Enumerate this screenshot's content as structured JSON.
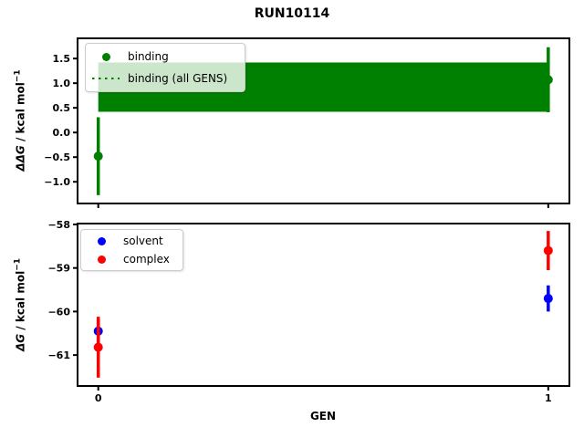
{
  "figure": {
    "title": "RUN10114",
    "xlabel": "GEN",
    "background": "#ffffff"
  },
  "labels": {
    "top_ylabel_math": "ΔΔG",
    "top_ylabel_rest": " / kcal mol",
    "top_ylabel_sup": "−1",
    "bottom_ylabel_math": "ΔG",
    "bottom_ylabel_rest": " / kcal mol",
    "bottom_ylabel_sup": "−1"
  },
  "colors": {
    "binding": "#008000",
    "solvent": "#0000ff",
    "complex": "#ff0000",
    "axes": "#000000",
    "legend_border": "#cccccc"
  },
  "legends": {
    "top": [
      {
        "label": "binding",
        "marker": "dot",
        "color": "#008000"
      },
      {
        "label": "binding (all GENS)",
        "marker": "dotted-line",
        "color": "#008000"
      }
    ],
    "bottom": [
      {
        "label": "solvent",
        "marker": "dot",
        "color": "#0000ff"
      },
      {
        "label": "complex",
        "marker": "dot",
        "color": "#ff0000"
      }
    ]
  },
  "chart_data": [
    {
      "type": "scatter",
      "title": "RUN10114",
      "ylabel": "ΔΔG / kcal mol⁻¹",
      "xlabel": "",
      "xlim": [
        -0.046,
        1.047
      ],
      "ylim": [
        -1.44,
        1.91
      ],
      "xticks": [
        0,
        1
      ],
      "xtick_labels": [],
      "yticks": [
        1.5,
        1.0,
        0.5,
        0.0,
        -0.5,
        -1.0
      ],
      "ytick_labels": [
        "1.5",
        "1.0",
        "0.5",
        "0.0",
        "−0.5",
        "−1.0"
      ],
      "grid": false,
      "legend_position": "upper left",
      "series": [
        {
          "name": "binding",
          "style": "errorbar-scatter",
          "color": "#008000",
          "x": [
            0,
            1
          ],
          "y": [
            -0.48,
            1.07
          ],
          "yerr": [
            0.79,
            0.66
          ]
        },
        {
          "name": "binding (all GENS)",
          "style": "hline-band",
          "color": "#008000",
          "x": [
            0,
            1
          ],
          "y": 0.92,
          "band": [
            0.42,
            1.42
          ],
          "linestyle": "dotted"
        }
      ]
    },
    {
      "type": "scatter",
      "title": "",
      "ylabel": "ΔG / kcal mol⁻¹",
      "xlabel": "GEN",
      "xlim": [
        -0.046,
        1.047
      ],
      "ylim": [
        -61.71,
        -57.98
      ],
      "xticks": [
        0,
        1
      ],
      "xtick_labels": [
        "0",
        "1"
      ],
      "yticks": [
        -58,
        -59,
        -60,
        -61
      ],
      "ytick_labels": [
        "−58",
        "−59",
        "−60",
        "−61"
      ],
      "grid": false,
      "legend_position": "upper left",
      "series": [
        {
          "name": "solvent",
          "style": "errorbar-scatter",
          "color": "#0000ff",
          "x": [
            0,
            1
          ],
          "y": [
            -60.45,
            -59.7
          ],
          "yerr": [
            0.27,
            0.3
          ]
        },
        {
          "name": "complex",
          "style": "errorbar-scatter",
          "color": "#ff0000",
          "x": [
            0,
            1
          ],
          "y": [
            -60.82,
            -58.6
          ],
          "yerr": [
            0.7,
            0.45
          ]
        }
      ]
    }
  ]
}
